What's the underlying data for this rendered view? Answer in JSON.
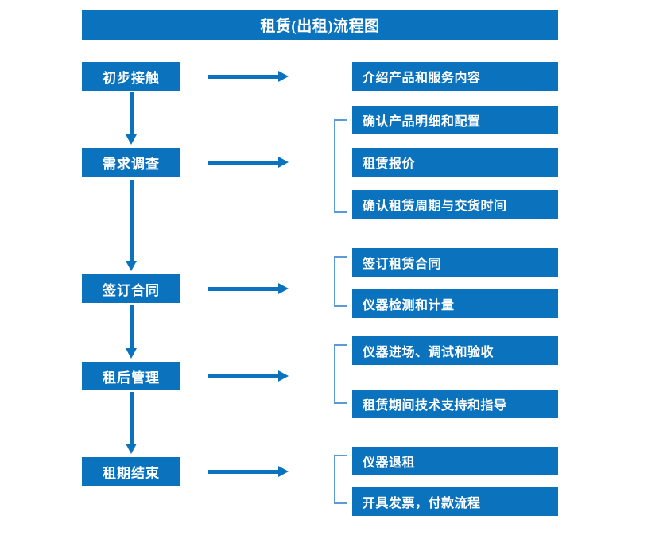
{
  "diagram": {
    "title": "租赁(出租)流程图",
    "accent_color": "#0b72bd",
    "bracket_color": "#5b9bd5",
    "text_color": "#ffffff",
    "background_color": "#ffffff"
  },
  "stages": [
    {
      "label": "初步接触"
    },
    {
      "label": "需求调查"
    },
    {
      "label": "签订合同"
    },
    {
      "label": "租后管理"
    },
    {
      "label": "租期结束"
    }
  ],
  "details": [
    {
      "label": "介绍产品和服务内容"
    },
    {
      "label": "确认产品明细和配置"
    },
    {
      "label": "租赁报价"
    },
    {
      "label": "确认租赁周期与交货时间"
    },
    {
      "label": "签订租赁合同"
    },
    {
      "label": "仪器检测和计量"
    },
    {
      "label": "仪器进场、调试和验收"
    },
    {
      "label": "租赁期间技术支持和指导"
    },
    {
      "label": "仪器退租"
    },
    {
      "label": "开具发票，付款流程"
    }
  ],
  "connectors": {
    "horizontal_arrow_count": 5,
    "vertical_arrow_count": 4,
    "bracket_count": 4
  }
}
